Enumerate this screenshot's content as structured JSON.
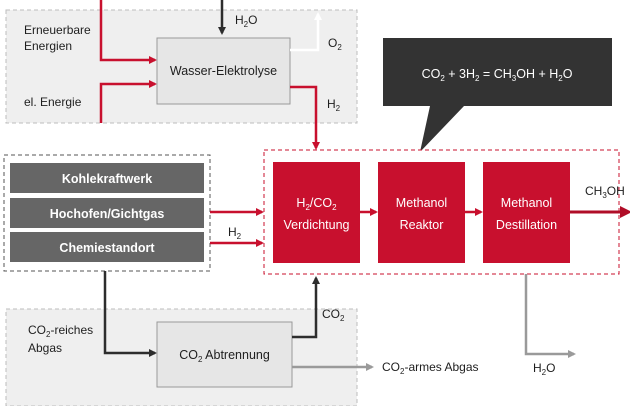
{
  "regions": {
    "top_inputs": {
      "renewables": [
        "Erneuerbare",
        "Energien"
      ],
      "electricity": "el. Energie"
    },
    "bottom_inputs": {
      "flue_gas": [
        {
          "text": "CO",
          "sub": "2",
          "tail": "-reiches"
        },
        {
          "text": "Abgas",
          "sub": "",
          "tail": ""
        }
      ]
    }
  },
  "electrolysis": {
    "label": "Wasser-Elektrolyse",
    "water_in": {
      "text": "H",
      "sub": "2",
      "tail": "O"
    },
    "oxygen_out": {
      "text": "O",
      "sub": "2",
      "tail": ""
    },
    "hydrogen_out": {
      "text": "H",
      "sub": "2",
      "tail": ""
    }
  },
  "sources": {
    "items": [
      "Kohlekraftwerk",
      "Hochofen/Gichtgas",
      "Chemiestandort"
    ],
    "hydrogen_label": {
      "text": "H",
      "sub": "2",
      "tail": ""
    }
  },
  "process": {
    "steps": [
      {
        "line1": {
          "text": "H",
          "sub": "2",
          "tail": "/CO",
          "sub2": "2"
        },
        "line2": "Verdichtung"
      },
      {
        "line1": {
          "text": "Methanol",
          "sub": "",
          "tail": "",
          "sub2": ""
        },
        "line2": "Reaktor"
      },
      {
        "line1": {
          "text": "Methanol",
          "sub": "",
          "tail": "",
          "sub2": ""
        },
        "line2": "Destillation"
      }
    ],
    "product": {
      "text": "CH",
      "sub": "3",
      "tail": "OH"
    },
    "water_out": {
      "text": "H",
      "sub": "2",
      "tail": "O"
    }
  },
  "equation": {
    "parts": [
      {
        "t": "CO",
        "s": "2"
      },
      {
        "t": " + 3H",
        "s": "2"
      },
      {
        "t": " = CH",
        "s": "3"
      },
      {
        "t": "OH + H",
        "s": "2"
      },
      {
        "t": "O",
        "s": ""
      }
    ]
  },
  "separation": {
    "label": {
      "text": "CO",
      "sub": "2",
      "tail": " Abtrennung"
    },
    "co2_out": {
      "text": "CO",
      "sub": "2",
      "tail": ""
    },
    "lean_gas": {
      "text": "CO",
      "sub": "2",
      "tail": "-armes Abgas"
    }
  },
  "colors": {
    "red": "#c8102e",
    "dark_red": "#b00d27",
    "grey_box": "#666666",
    "light_box": "#e6e6e6",
    "region_bg": "#efefef",
    "callout": "#333333",
    "arrow_dark": "#2d2d2d",
    "arrow_grey": "#9a9a9a"
  }
}
